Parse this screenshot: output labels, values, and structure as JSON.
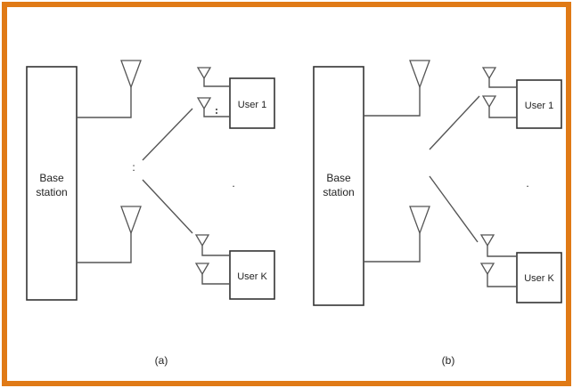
{
  "colors": {
    "frame": "#e07a16",
    "lines": "#555555"
  },
  "panel_a": {
    "caption": "(a)",
    "base_label_line1": "Base",
    "base_label_line2": "station",
    "user_top": "User 1",
    "user_bottom": "User K",
    "vertical_dots": ":",
    "middle_dot": "."
  },
  "panel_b": {
    "caption": "(b)",
    "base_label_line1": "Base",
    "base_label_line2": "station",
    "user_top": "User 1",
    "user_bottom": "User K",
    "middle_dot": "."
  }
}
